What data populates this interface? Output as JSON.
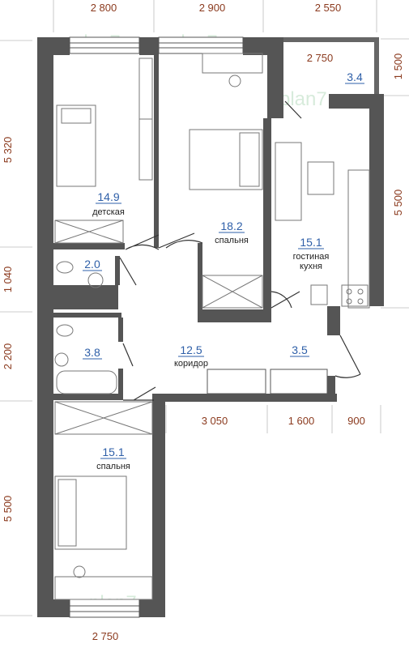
{
  "dimensions": {
    "top": [
      "2 800",
      "2 900",
      "2 550"
    ],
    "right": [
      "1 500",
      "5 500"
    ],
    "left": [
      "5 320",
      "1 040",
      "2 200",
      "5 500"
    ],
    "inner_bottom": [
      "3 050",
      "1 600",
      "900"
    ],
    "bottom": "2 750",
    "balcony_width": "2 750"
  },
  "rooms": [
    {
      "id": "kids",
      "area": "14.9",
      "label": "детская"
    },
    {
      "id": "bedroom1",
      "area": "18.2",
      "label": "спальня"
    },
    {
      "id": "balcony",
      "area": "3.4",
      "label": ""
    },
    {
      "id": "living",
      "area": "15.1",
      "label": "гостиная",
      "label2": "кухня"
    },
    {
      "id": "wc",
      "area": "2.0",
      "label": ""
    },
    {
      "id": "bath",
      "area": "3.8",
      "label": ""
    },
    {
      "id": "corridor",
      "area": "12.5",
      "label": "коридор"
    },
    {
      "id": "hall",
      "area": "3.5",
      "label": ""
    },
    {
      "id": "bedroom2",
      "area": "15.1",
      "label": "спальня"
    }
  ],
  "watermark": "plan7"
}
